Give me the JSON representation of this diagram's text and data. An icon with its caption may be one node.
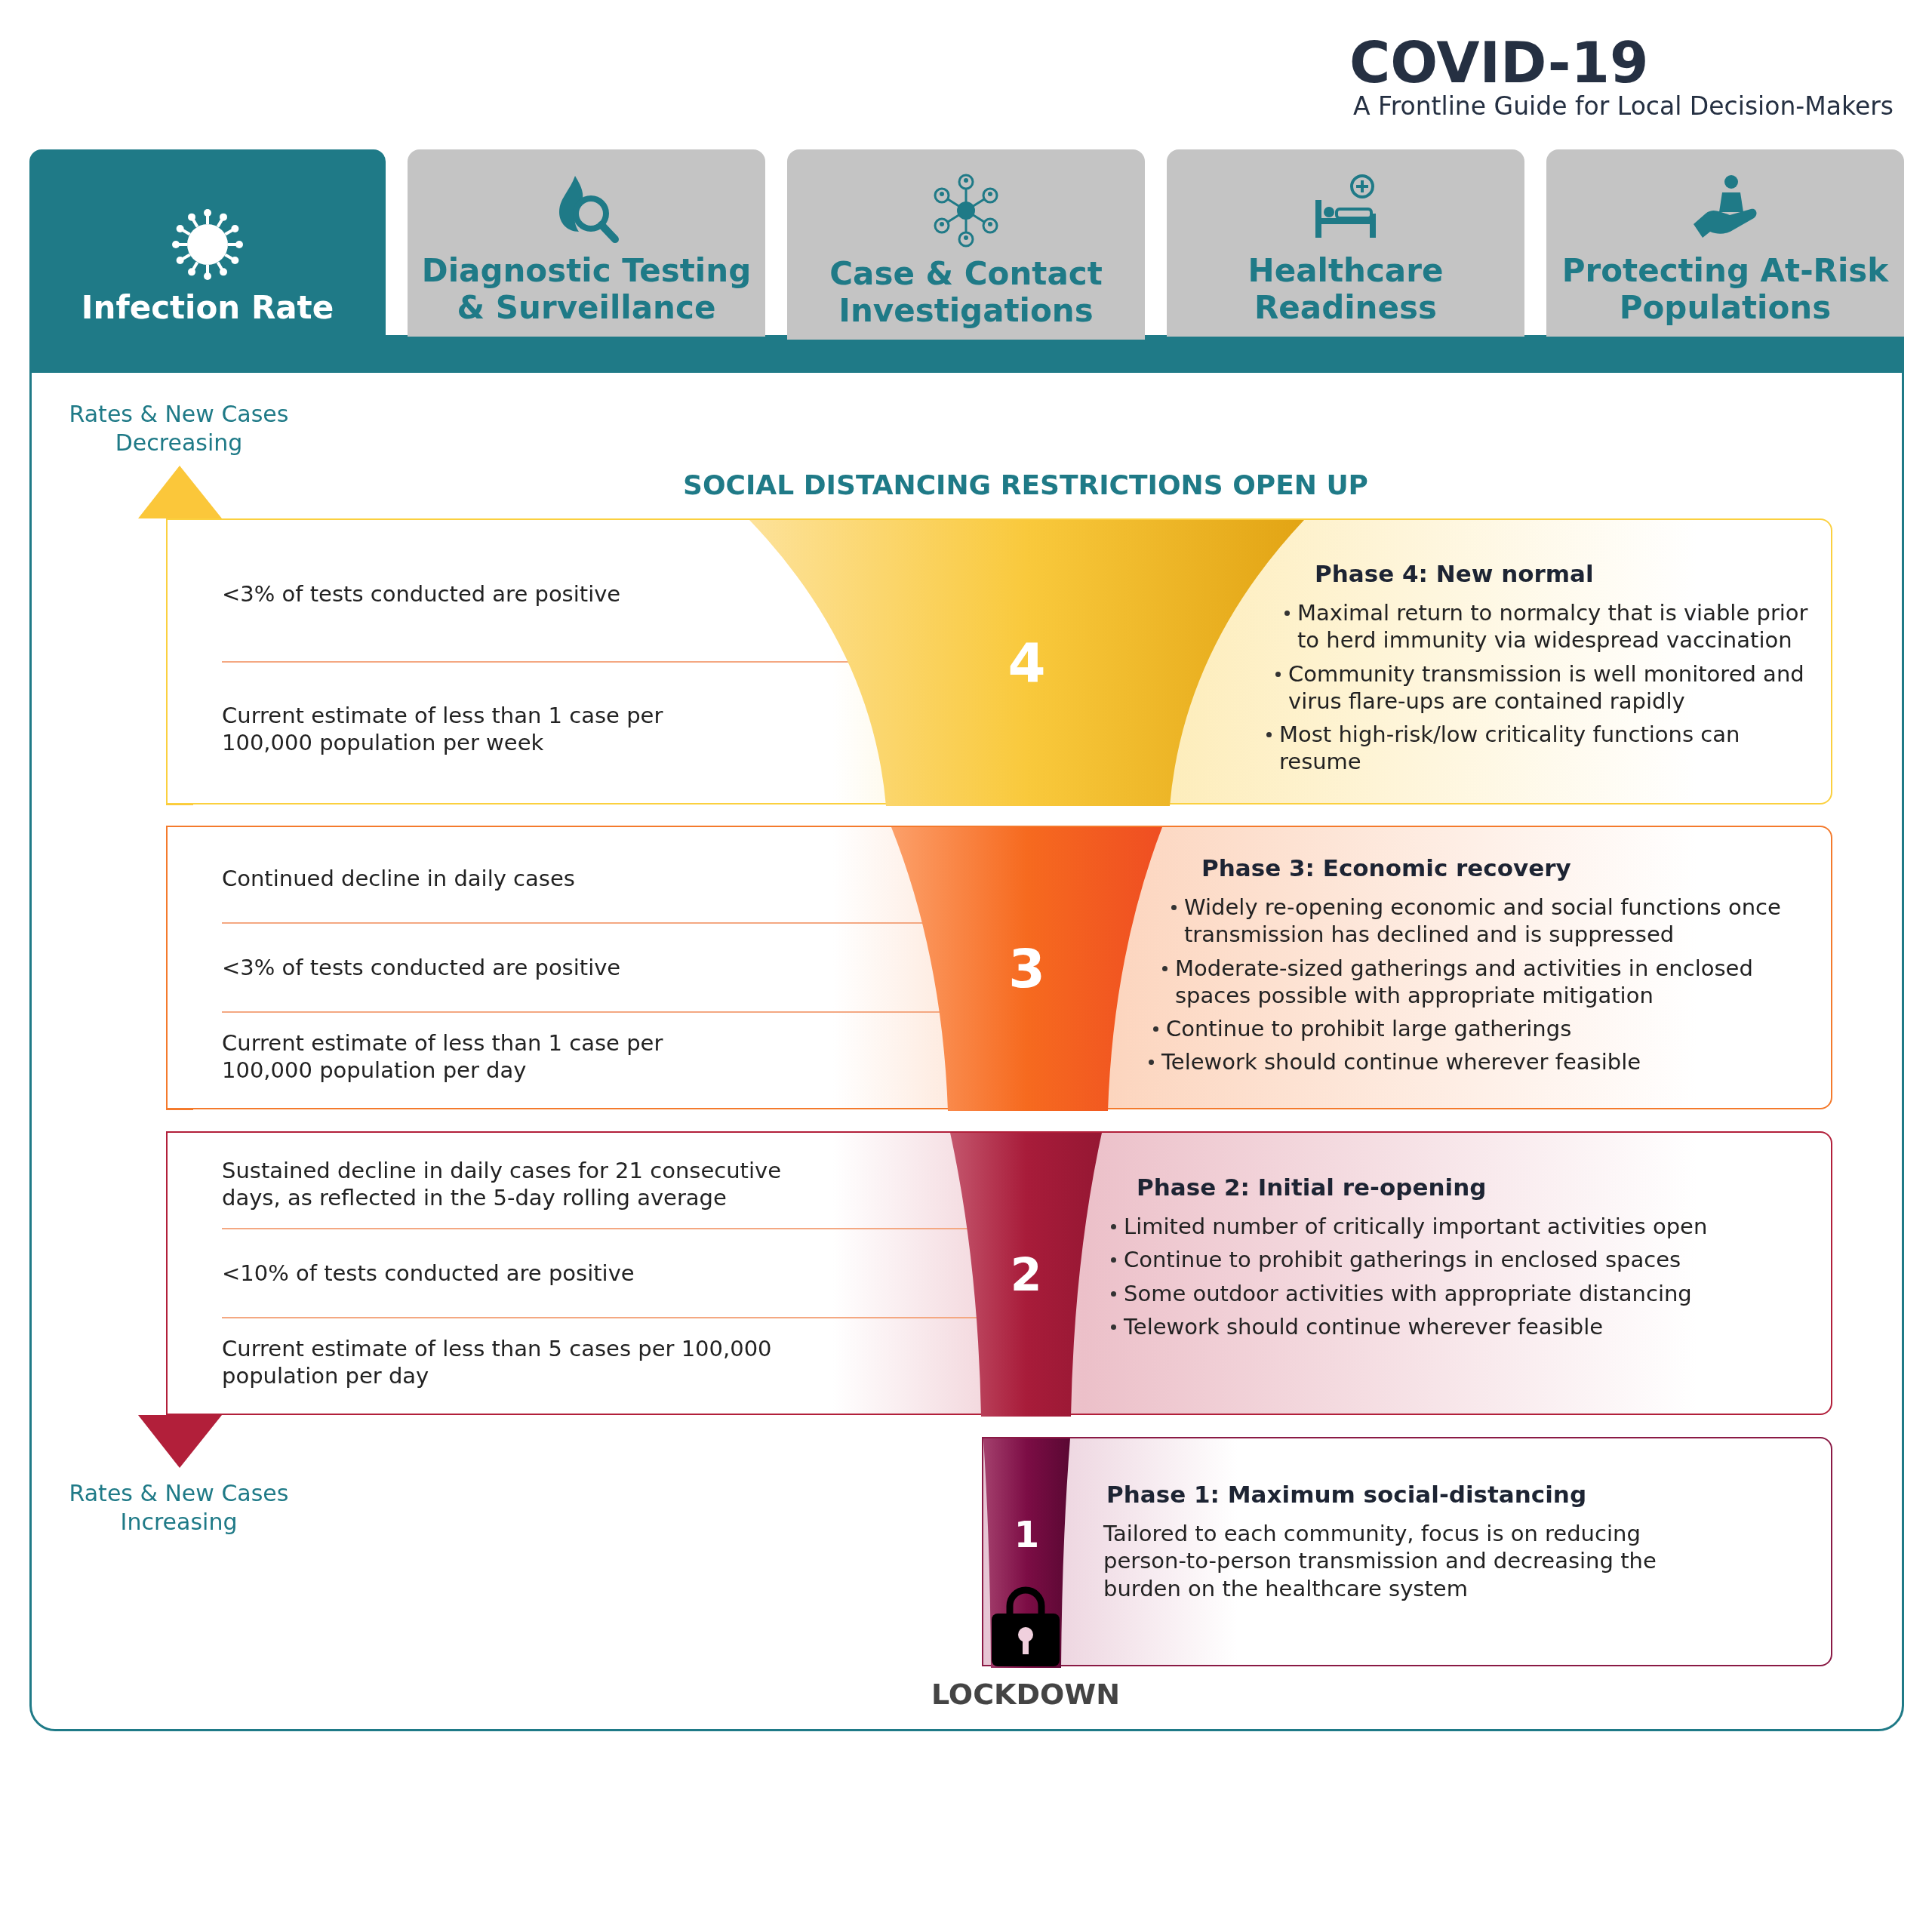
{
  "diagram": {
    "title": "COVID-19",
    "nodes": [
      {
        "text": [
          "Infection Rate"
        ]
      },
      {
        "text": [
          "Diagnostic Testing & Surveillance"
        ]
      },
      {
        "text": [
          "Case & Contact Investigations"
        ]
      },
      {
        "text": [
          "Healthcare Readiness"
        ]
      },
      {
        "text": [
          "Protecting At-Risk Populations"
        ]
      },
      {
        "text": [
          "<3% of tests conducted are positive",
          "Current estimate of less than 1 case per 100,000 population per week",
          "Phase 4: New normal",
          "Maximal return to normalcy that is viable prior to herd immunity via widespread vaccination",
          "Community transmission is well monitored and virus flare-ups are contained rapidly",
          "Most high-risk/low criticality functions can resume"
        ]
      },
      {
        "text": [
          "4"
        ],
        "in": 5
      },
      {
        "text": [
          "Continued decline in daily cases",
          "<3% of tests conducted are positive",
          "Current estimate of less than 1 case per 100,000 population per day",
          "Phase 3: Economic recovery",
          "Widely re-opening economic and social functions once transmission has declined and is suppressed",
          "Moderate-sized gatherings and activities in enclosed spaces possible with appropriate mitigation",
          "Continue to prohibit large gatherings",
          "Telework should continue wherever feasible"
        ]
      },
      {
        "text": [
          "3"
        ],
        "in": 7
      },
      {
        "text": [
          "Sustained decline in daily cases for 21 consecutive days, as reflected in the 5-day rolling average",
          "<10% of tests conducted are positive",
          "Current estimate of less than 5 cases per 100,000 population per day",
          "Phase 2: Initial re-opening",
          "Limited number of critically important activities open",
          "Continue to prohibit gatherings in enclosed spaces",
          "Some outdoor activities with appropriate distancing",
          "Telework should continue wherever feasible"
        ]
      },
      {
        "text": [
          "2"
        ],
        "in": 9
      },
      {
        "text": [
          "Phase 1: Maximum social-distancing",
          "Tailored to each community, focus is on reducing person-to-person transmission and decreasing the burden on the healthcare system"
        ]
      },
      {
        "text": [
          "1"
        ],
        "in": 11
      }
    ],
    "labels": [
      "A Frontline Guide for Local Decision-Makers",
      "Rates & New Cases Decreasing",
      "SOCIAL DISTANCING RESTRICTIONS OPEN UP",
      "Rates & New Cases Increasing",
      "LOCKDOWN"
    ]
  }
}
